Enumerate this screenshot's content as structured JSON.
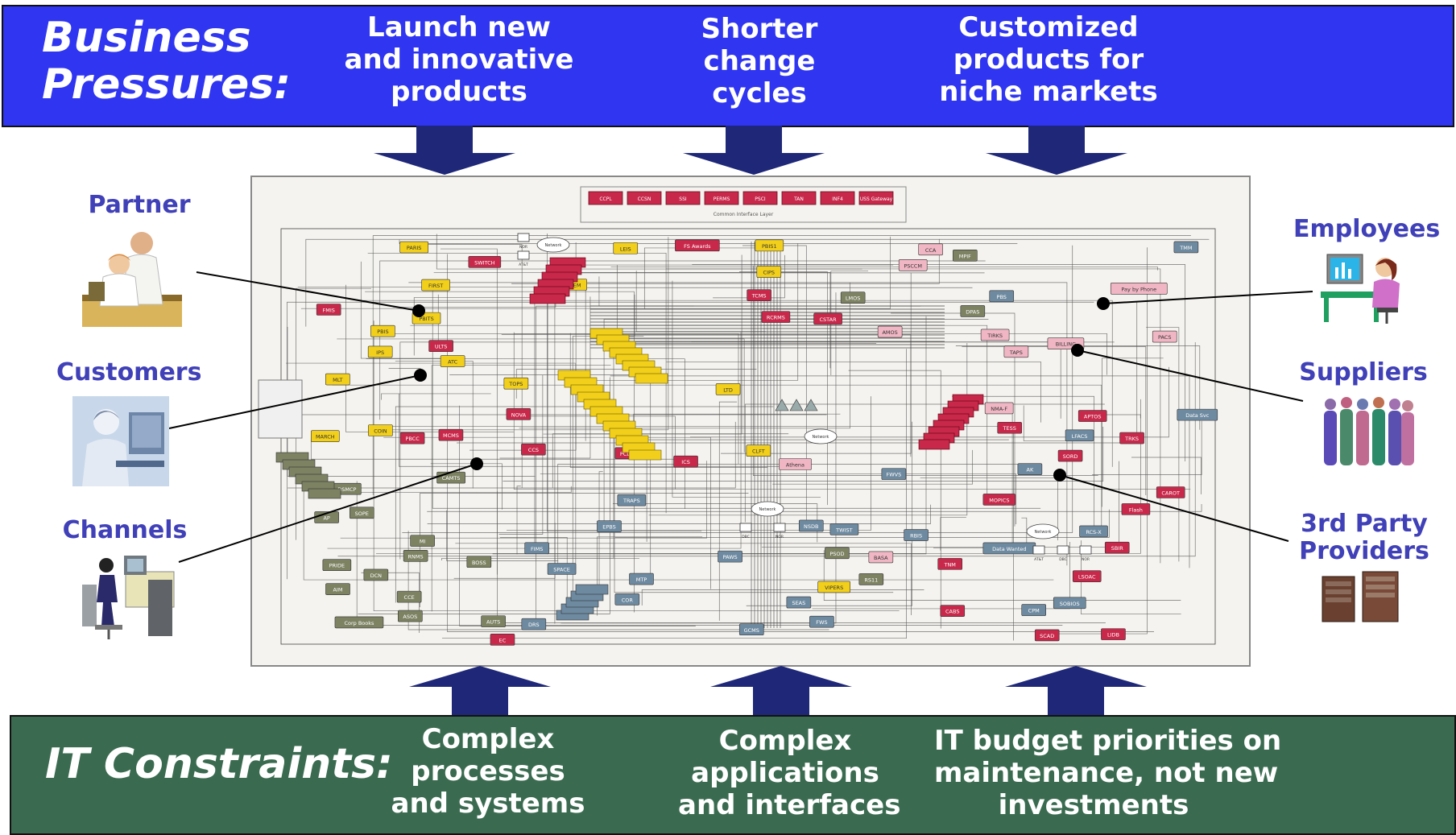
{
  "business": {
    "title_line1": "Business",
    "title_line2": "Pressures:",
    "items": [
      {
        "line1": "Launch new",
        "line2": "and innovative",
        "line3": "products"
      },
      {
        "line1": "Shorter",
        "line2": "change",
        "line3": "cycles"
      },
      {
        "line1": "Customized",
        "line2": "products for",
        "line3": "niche markets"
      }
    ]
  },
  "it": {
    "title": "IT Constraints:",
    "items": [
      {
        "line1": "Complex",
        "line2": "processes",
        "line3": "and systems"
      },
      {
        "line1": "Complex",
        "line2": "applications",
        "line3": "and interfaces"
      },
      {
        "line1": "IT budget priorities on",
        "line2": "maintenance, not new",
        "line3": "investments"
      }
    ]
  },
  "stakeholders": {
    "left": [
      {
        "label": "Partner"
      },
      {
        "label": "Customers"
      },
      {
        "label": "Channels"
      }
    ],
    "right": [
      {
        "label": "Employees"
      },
      {
        "label_line1": "Suppliers"
      },
      {
        "label_line1": "3rd Party",
        "label_line2": "Providers"
      }
    ]
  },
  "map": {
    "header_boxes": [
      "CCPL",
      "CCSN",
      "SSI",
      "PERMS",
      "PSCI",
      "TAN",
      "INF4",
      "USS Gateway"
    ],
    "header_caption": "Common Interface Layer",
    "nodes": [
      "Pay by Phone",
      "PSCCM",
      "RBIS",
      "PCDB",
      "CCE",
      "TOPS",
      "LIDB",
      "ICS",
      "MCMS",
      "RCRMS",
      "RS11",
      "DSMCP",
      "ULTS",
      "MI",
      "GCMS",
      "APTOS",
      "ASOS",
      "LSOAC",
      "TESS",
      "NOVA",
      "LMOS",
      "LEIS",
      "LFACS",
      "FWS",
      "SOBIOS",
      "TIRKS",
      "TMM",
      "Flash",
      "MOPICS",
      "PACS",
      "PBIS",
      "PBIS1",
      "CCA",
      "SOPE",
      "EC",
      "CABS",
      "BILLING",
      "Data Svc",
      "VIPERS",
      "Corp Books",
      "FIMS",
      "PARIS",
      "Data Wanted",
      "COR",
      "CAMTS",
      "Athena",
      "LTD",
      "FS Awards",
      "CPM",
      "COIN",
      "DCN",
      "DRS",
      "ATC",
      "AP",
      "SPACE",
      "AK",
      "PBCC",
      "AIM",
      "SBIR",
      "CCS",
      "RCS-X",
      "RNMS",
      "PBS",
      "TAPS",
      "AUTS",
      "MTP",
      "TCMS",
      "FMIS",
      "TWIST",
      "IPS",
      "MLT",
      "NISEM",
      "PBITS",
      "SORD",
      "PSOD",
      "SCAD",
      "AMOS",
      "EPBS",
      "NSDB",
      "CIPS",
      "SWITCH",
      "FIRST",
      "CLFT",
      "BOSS",
      "MARCH",
      "CSTAR",
      "TRKS",
      "PAWS",
      "CAROT",
      "TNM",
      "NMA-F",
      "SEAS",
      "BASA",
      "TRAPS",
      "DPAS",
      "PRIDE",
      "MPIF",
      "FWVS"
    ],
    "external_labels": [
      "Network",
      "NOR",
      "AT&T",
      "DBC"
    ]
  },
  "colors": {
    "banner_top": "#2f35f0",
    "banner_bottom": "#3a6b50",
    "arrow": "#1f2878",
    "stake_label": "#4040b8",
    "node_red": "#c8284a",
    "node_yellow": "#f2cf1a",
    "node_blue": "#6e8aa0",
    "node_olive": "#7c8262",
    "node_pink": "#f0b6c4"
  }
}
